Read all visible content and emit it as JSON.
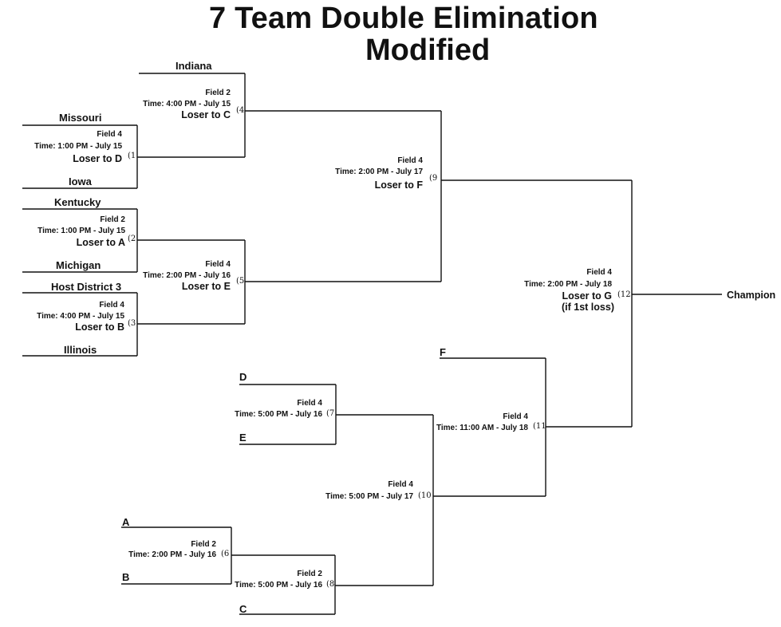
{
  "title": "7 Team Double Elimination",
  "subtitle": "Modified",
  "teams": {
    "indiana": "Indiana",
    "missouri": "Missouri",
    "iowa": "Iowa",
    "kentucky": "Kentucky",
    "michigan": "Michigan",
    "host_district": "Host District 3",
    "illinois": "Illinois"
  },
  "slots": {
    "d": "D",
    "e": "E",
    "a": "A",
    "b": "B",
    "c": "C",
    "f": "F"
  },
  "games": {
    "g1": {
      "num": "(1",
      "field": "Field 4",
      "time": "Time: 1:00 PM - July 15",
      "loser": "Loser to D"
    },
    "g2": {
      "num": "(2",
      "field": "Field 2",
      "time": "Time: 1:00 PM - July 15",
      "loser": "Loser to A"
    },
    "g3": {
      "num": "(3",
      "field": "Field 4",
      "time": "Time: 4:00 PM - July 15",
      "loser": "Loser to B"
    },
    "g4": {
      "num": "(4",
      "field": "Field 2",
      "time": "Time: 4:00 PM - July 15",
      "loser": "Loser to C"
    },
    "g5": {
      "num": "(5",
      "field": "Field 4",
      "time": "Time: 2:00 PM - July 16",
      "loser": "Loser to E"
    },
    "g6": {
      "num": "(6",
      "field": "Field 2",
      "time": "Time: 2:00 PM - July 16"
    },
    "g7": {
      "num": "(7",
      "field": "Field 4",
      "time": "Time: 5:00 PM - July 16"
    },
    "g8": {
      "num": "(8",
      "field": "Field 2",
      "time": "Time: 5:00 PM - July 16"
    },
    "g9": {
      "num": "(9",
      "field": "Field 4",
      "time": "Time: 2:00 PM - July 17",
      "loser": "Loser to F"
    },
    "g10": {
      "num": "(10",
      "field": "Field 4",
      "time": "Time: 5:00 PM - July 17"
    },
    "g11": {
      "num": "(11",
      "field": "Field 4",
      "time": "Time: 11:00 AM - July 18"
    },
    "g12": {
      "num": "(12",
      "field": "Field 4",
      "time": "Time: 2:00 PM - July 18",
      "loser": "Loser to G",
      "note": "(if 1st loss)"
    }
  },
  "champion": "Champion"
}
